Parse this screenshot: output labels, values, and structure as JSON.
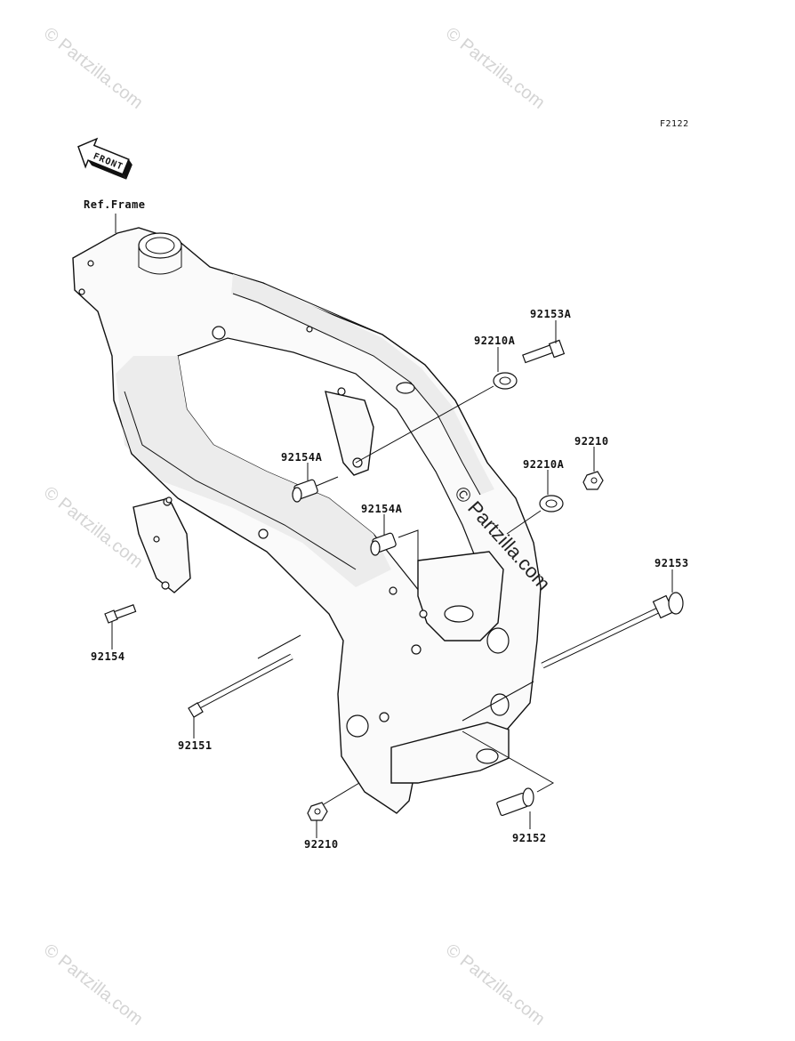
{
  "diagram": {
    "figure_code": "F2122",
    "front_marker": "FRONT",
    "ref_label": "Ref.Frame",
    "parts": [
      {
        "id": "p92153A",
        "label": "92153A"
      },
      {
        "id": "p92210A_top",
        "label": "92210A"
      },
      {
        "id": "p92210_right",
        "label": "92210"
      },
      {
        "id": "p92210A_right",
        "label": "92210A"
      },
      {
        "id": "p92154A_left",
        "label": "92154A"
      },
      {
        "id": "p92154A_mid",
        "label": "92154A"
      },
      {
        "id": "p92153",
        "label": "92153"
      },
      {
        "id": "p92154",
        "label": "92154"
      },
      {
        "id": "p92151",
        "label": "92151"
      },
      {
        "id": "p92210_bottom",
        "label": "92210"
      },
      {
        "id": "p92152",
        "label": "92152"
      }
    ]
  },
  "watermark": {
    "text": "© Partzilla.com",
    "center_text": "© Partzilla.com"
  }
}
